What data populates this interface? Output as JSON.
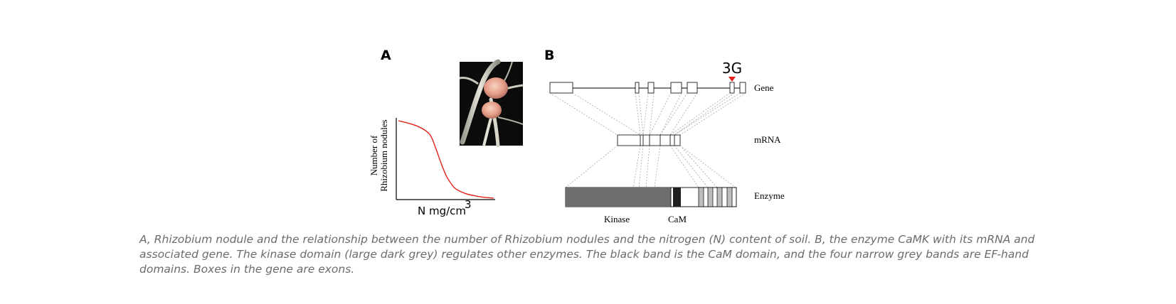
{
  "panel_a": {
    "letter": "A",
    "y_axis_label_line1": "Number of",
    "y_axis_label_line2": "Rhizobium nodules",
    "x_axis_label": "N mg/cm",
    "x_axis_superscript": "3",
    "curve_color": "#e0201a",
    "chart_data": {
      "type": "line",
      "title": "",
      "xlabel": "N mg/cm3",
      "ylabel": "Number of Rhizobium nodules",
      "series": [
        {
          "x": [
            0.0,
            0.1,
            0.2,
            0.3,
            0.35,
            0.4,
            0.45,
            0.5,
            0.55,
            0.6,
            0.7,
            0.8,
            0.9,
            1.0
          ],
          "values": [
            1.0,
            0.97,
            0.93,
            0.86,
            0.78,
            0.62,
            0.45,
            0.3,
            0.2,
            0.13,
            0.07,
            0.04,
            0.02,
            0.01
          ]
        }
      ]
    }
  },
  "panel_b": {
    "letter": "B",
    "mutation_label": "3G",
    "mutation_marker_color": "#e0201a",
    "row_labels": {
      "gene": "Gene",
      "mrna": "mRNA",
      "enzyme": "Enzyme"
    },
    "domain_labels": {
      "kinase": "Kinase",
      "cam": "CaM"
    },
    "colors": {
      "kinase": "#6d6d6d",
      "cam": "#1f1f1f",
      "ef_hand": "#bdbdbd"
    }
  },
  "caption": "A, Rhizobium nodule and the relationship between the number of Rhizobium nodules and the nitrogen (N) content of soil. B, the enzyme CaMK with its mRNA and associated gene. The kinase domain (large dark grey) regulates other enzymes. The black band is the CaM domain, and the four narrow grey bands are EF-hand domains. Boxes in the gene are exons."
}
